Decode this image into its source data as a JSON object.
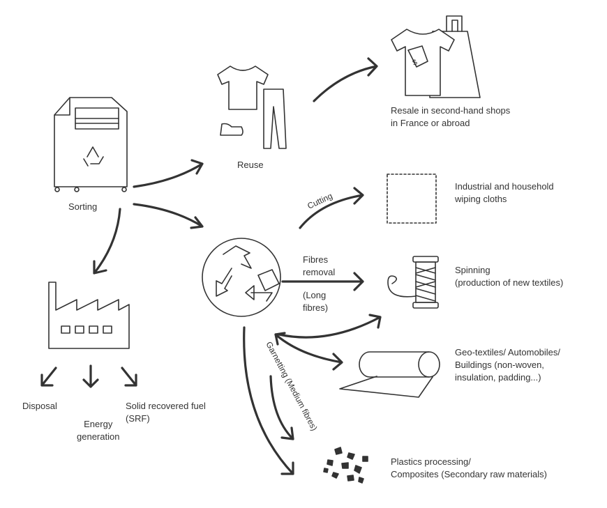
{
  "labels": {
    "sorting": "Sorting",
    "reuse": "Reuse",
    "resale": [
      "Resale in second-hand shops",
      "in France or abroad"
    ],
    "wiping": [
      "Industrial and household",
      "wiping cloths"
    ],
    "spinning": [
      "Spinning",
      "(production of new textiles)"
    ],
    "geotextiles": [
      "Geo-textiles/ Automobiles/",
      "Buildings (non-woven,",
      "insulation, padding...)"
    ],
    "plastics": [
      "Plastics processing/",
      "Composites (Secondary raw materials)"
    ],
    "disposal": "Disposal",
    "energy": [
      "Energy",
      "generation"
    ],
    "srf": [
      "Solid recovered fuel",
      "(SRF)"
    ],
    "cutting": "Cutting",
    "fibres_removal": [
      "Fibres",
      "removal"
    ],
    "long_fibres": [
      "(Long",
      "fibres)"
    ],
    "garnetting": "Garnetting (Medium fibres)",
    "price_tag": "$"
  },
  "colors": {
    "stroke": "#333333",
    "background": "#ffffff"
  }
}
